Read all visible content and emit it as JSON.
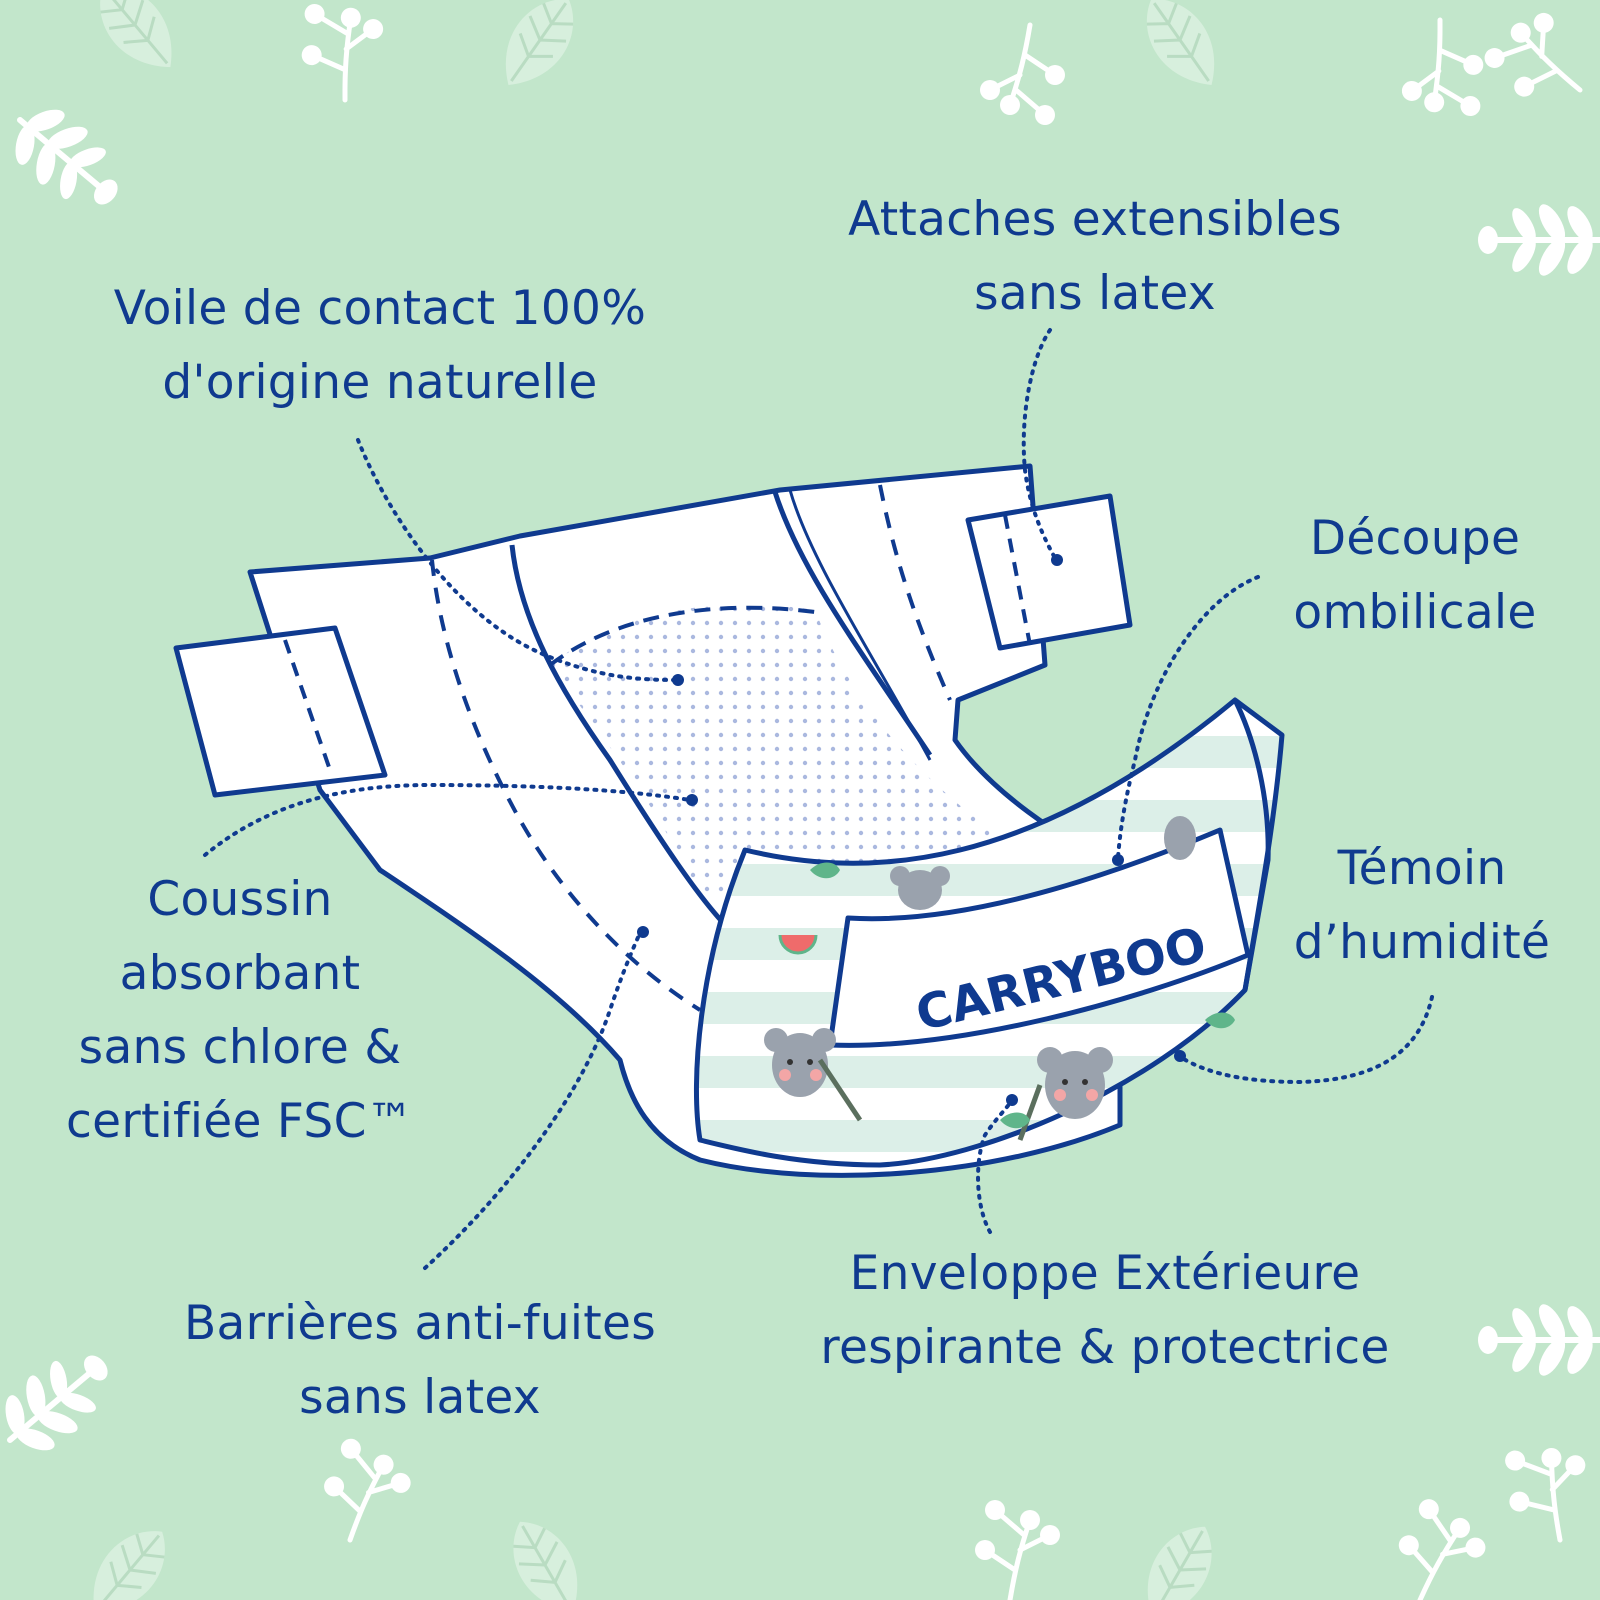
{
  "theme": {
    "background": "#c2e6cb",
    "ink": "#0f3a8f",
    "decor": "#ffffff"
  },
  "brand": {
    "name": "CARRYBOO"
  },
  "callouts": [
    {
      "id": "voile",
      "lines": [
        "Voile de contact 100%",
        "d'origine naturelle"
      ]
    },
    {
      "id": "attaches",
      "lines": [
        "Attaches extensibles",
        "sans latex"
      ]
    },
    {
      "id": "decoupe",
      "lines": [
        "Découpe",
        "ombilicale"
      ]
    },
    {
      "id": "temoin",
      "lines": [
        "Témoin",
        "d’humidité"
      ]
    },
    {
      "id": "coussin",
      "lines": [
        "Coussin",
        "absorbant",
        "sans chlore &",
        "certifiée FSC™"
      ]
    },
    {
      "id": "barrieres",
      "lines": [
        "Barrières anti-fuites",
        "sans latex"
      ]
    },
    {
      "id": "enveloppe",
      "lines": [
        "Enveloppe Extérieure",
        "respirante & protectrice"
      ]
    }
  ],
  "icons": [
    "leaf-decor-icon",
    "branch-decor-icon",
    "fern-decor-icon",
    "koala-print-icon",
    "watermelon-print-icon"
  ]
}
